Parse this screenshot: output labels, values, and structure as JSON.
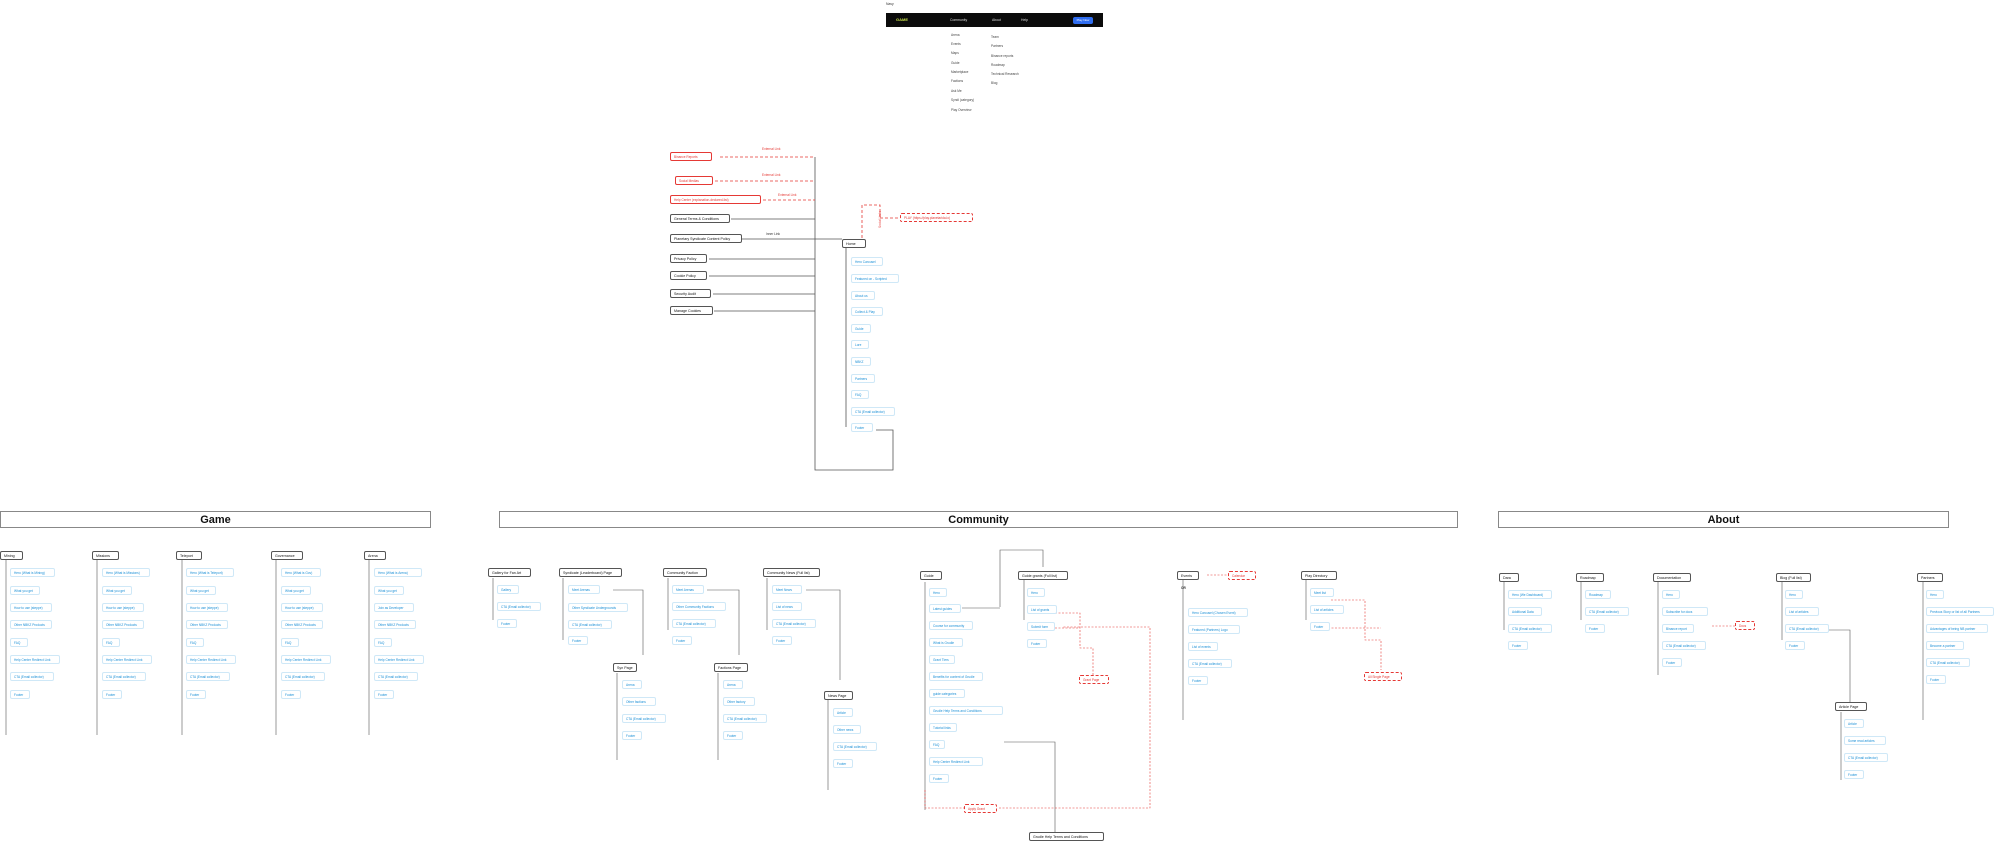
{
  "page_label": "Navy",
  "navbar": {
    "logo": "GAME",
    "items": [
      "Community",
      "About",
      "Help"
    ],
    "button": "Play Now",
    "community_menu": [
      "Arena",
      "Events",
      "Maps",
      "Guide",
      "Marketplace",
      "Factions",
      "Ask Me",
      "Syndi (category)",
      "Play Overview"
    ],
    "about_menu": [
      "Team",
      "Partners",
      "Binance reports",
      "Roadmap",
      "Technical Research",
      "Blog"
    ]
  },
  "headers": {
    "game": "Game",
    "community": "Community",
    "about": "About"
  },
  "edge_labels": {
    "external_1": "External Link",
    "external_2": "External Link",
    "external_3": "External Link",
    "inner": "Inner Link",
    "vertical": "Social Links"
  },
  "top": {
    "external": [
      "Binance Reports",
      "Social Medias",
      "Help Center (explanation-declared-list)"
    ],
    "legal": [
      "General Terms & Conditions",
      "Planetary Syndicate Content Policy",
      "Privacy Policy",
      "Cookie Policy",
      "Security Audit",
      "Manage Cookies"
    ],
    "home": "Home",
    "home_children": [
      "Hero Carousel",
      "Featured on - Scripted",
      "About us",
      "Collect & Play",
      "Guide",
      "Lore",
      "NBKZ",
      "Partners",
      "FAQ",
      "CTA (Email collector)",
      "Footer"
    ],
    "pdf_link": "PLAY (https://play.planetarida.io)"
  },
  "game": {
    "columns": [
      {
        "title": "Mining",
        "items": [
          "Hero (What is Mining)",
          "What you get",
          "How to use (steppe)",
          "Other NBKZ Products",
          "FAQ",
          "Help Center Redirect Link",
          "CTA (Email collector)",
          "Footer"
        ]
      },
      {
        "title": "Missions",
        "items": [
          "Hero (What is Missions)",
          "What you get",
          "How to use (steppe)",
          "Other NBKZ Products",
          "FAQ",
          "Help Center Redirect Link",
          "CTA (Email collector)",
          "Footer"
        ]
      },
      {
        "title": "Teleport",
        "items": [
          "Hero (What is Teleport)",
          "What you get",
          "How to use (steppe)",
          "Other NBKZ Products",
          "FAQ",
          "Help Center Redirect Link",
          "CTA (Email collector)",
          "Footer"
        ]
      },
      {
        "title": "Governance",
        "items": [
          "Hero (What is Gov)",
          "What you get",
          "How to use (steppe)",
          "Other NBKZ Products",
          "FAQ",
          "Help Center Redirect Link",
          "CTA (Email collector)",
          "Footer"
        ]
      },
      {
        "title": "Arena",
        "items": [
          "Hero (What is Arena)",
          "What you get",
          "Join as Developer",
          "Other NBKZ Products",
          "FAQ",
          "Help Center Redirect Link",
          "CTA (Email collector)",
          "Footer"
        ]
      }
    ]
  },
  "community": {
    "gallery": {
      "title": "Gallery for Fan Art",
      "items": [
        "Gallery",
        "CTA (Email collector)",
        "Footer"
      ]
    },
    "syndicate": {
      "title": "Syndicate (Leaderboard) Page",
      "items": [
        "Meet Arenas",
        "Other Syndicate Undergrounds",
        "CTA (Email collector)",
        "Footer"
      ]
    },
    "faction": {
      "title": "Community Faction",
      "items": [
        "Meet Arenas",
        "Other Community Factions",
        "CTA (Email collector)",
        "Footer"
      ]
    },
    "news": {
      "title": "Community News (Full list)",
      "items": [
        "Meet News",
        "List of news",
        "CTA (Email collector)",
        "Footer"
      ]
    },
    "syn_page": {
      "title": "Syn Page",
      "items": [
        "Arena",
        "Other factions",
        "CTA (Email collector)",
        "Footer"
      ]
    },
    "faction_page": {
      "title": "Factions Page",
      "items": [
        "Arena",
        "Other factory",
        "CTA (Email collector)",
        "Footer"
      ]
    },
    "news_page": {
      "title": "News Page",
      "items": [
        "Article",
        "Other news",
        "CTA (Email collector)",
        "Footer"
      ]
    },
    "guide": {
      "title": "Guide",
      "items": [
        "Hero",
        "Latest guides",
        "Course for community",
        "What is Grudle",
        "Grant Tiers",
        "Benefits for content of Grudle",
        "guide categories",
        "Grudle Help Terms and Conditions",
        "Tutorial links",
        "FAQ",
        "Help Center Redirect Link",
        "Footer"
      ]
    },
    "guide_grants": {
      "title": "Guide grants (Full list)",
      "items": [
        "Hero",
        "List of grants",
        "Submit form",
        "Footer"
      ]
    },
    "grant_page": "Grant Page",
    "apply_grant": "Apply Grant",
    "grudle_terms": "Grudle Help Terms and Conditions",
    "events": {
      "title": "Events",
      "items": [
        "Hero Carousel (Chosen Event)",
        "Featured (Partners) Logo",
        "List of events",
        "CTA (Email collector)",
        "Footer"
      ]
    },
    "events_sub": "OR",
    "calendar": "Calendar",
    "directory": {
      "title": "Play Directory",
      "items": [
        "Meet list",
        "List of articles",
        "Footer"
      ]
    },
    "single_page": "All Single Page"
  },
  "about": {
    "team": {
      "title": "Dara",
      "items": [
        "Hero (We Dashboard)",
        "Additional Data",
        "CTA (Email collector)",
        "Footer"
      ]
    },
    "roadmap": {
      "title": "Roadmap",
      "items": [
        "Roadmap",
        "CTA (Email collector)",
        "Footer"
      ]
    },
    "documentation": {
      "title": "Documentation",
      "items": [
        "Hero",
        "Subscribe for docs",
        "Binance report",
        "CTA (Email collector)",
        "Footer"
      ]
    },
    "docs_ext": "Docs",
    "blog": {
      "title": "Blog (Full list)",
      "items": [
        "Hero",
        "List of articles",
        "CTA (Email collector)",
        "Footer"
      ]
    },
    "article": {
      "title": "Article Page",
      "items": [
        "Article",
        "Some read articles",
        "CTA (Email collector)",
        "Footer"
      ]
    },
    "partners": {
      "title": "Partners",
      "items": [
        "Hero",
        "Previous Story or list of all Partners",
        "Advantages of being NB partner",
        "Become a partner",
        "CTA (Email collector)",
        "Footer"
      ]
    }
  }
}
